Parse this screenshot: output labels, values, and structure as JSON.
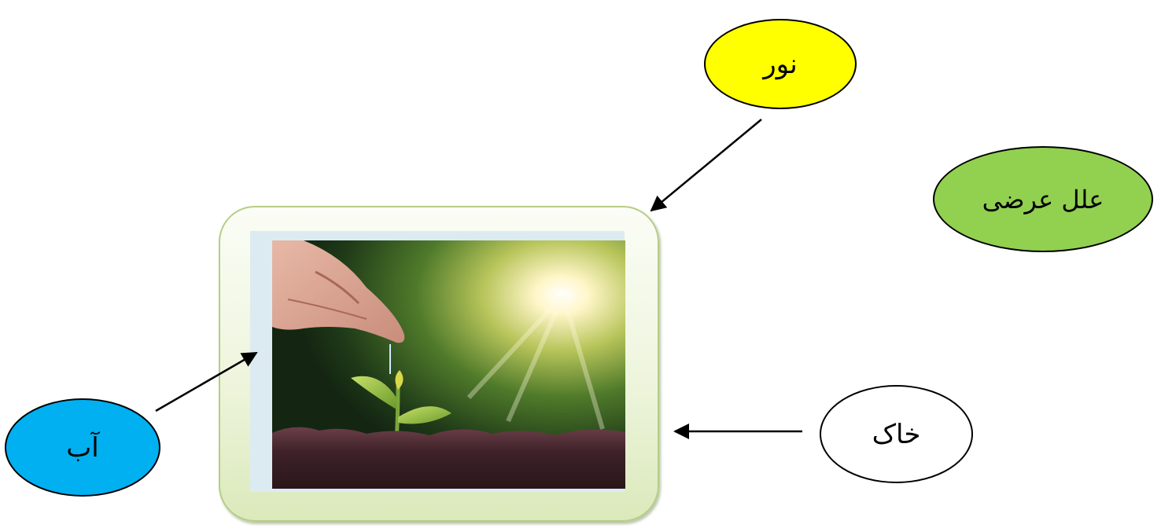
{
  "labels": {
    "light": "نور",
    "factors": "علل عرضی",
    "soil": "خاک",
    "water": "آب"
  },
  "colors": {
    "light": "#ffff00",
    "factors": "#92d050",
    "soil": "#f8cbad",
    "water": "#00b0f0",
    "frame_border": "#b6cd86"
  },
  "image": {
    "subject": "hand watering a seedling in soil under sunlight"
  }
}
